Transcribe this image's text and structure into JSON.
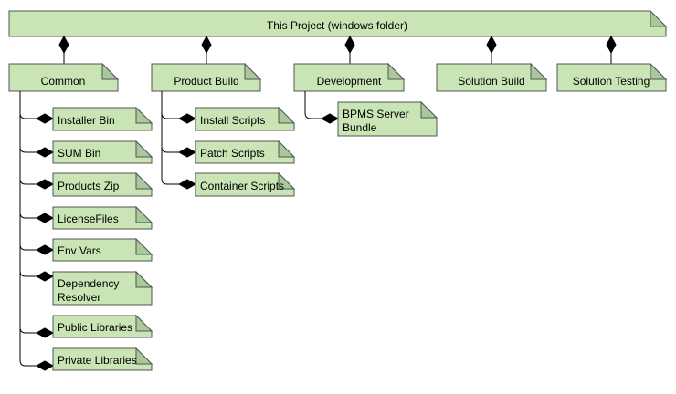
{
  "root": {
    "label": "This Project (windows folder)"
  },
  "columns": [
    {
      "label": "Common",
      "children": [
        "Installer Bin",
        "SUM Bin",
        "Products Zip",
        "LicenseFiles",
        "Env Vars",
        "Dependency Resolver",
        "Public Libraries",
        "Private Libraries"
      ]
    },
    {
      "label": "Product Build",
      "children": [
        "Install Scripts",
        "Patch Scripts",
        "Container Scripts"
      ]
    },
    {
      "label": "Development",
      "children": [
        "BPMS Server Bundle"
      ]
    },
    {
      "label": "Solution Build",
      "children": []
    },
    {
      "label": "Solution Testing",
      "children": []
    }
  ],
  "colors": {
    "note_fill": "#c9e4b5",
    "note_fold": "#a9c99a",
    "note_border": "#555555",
    "connector": "#000000"
  }
}
